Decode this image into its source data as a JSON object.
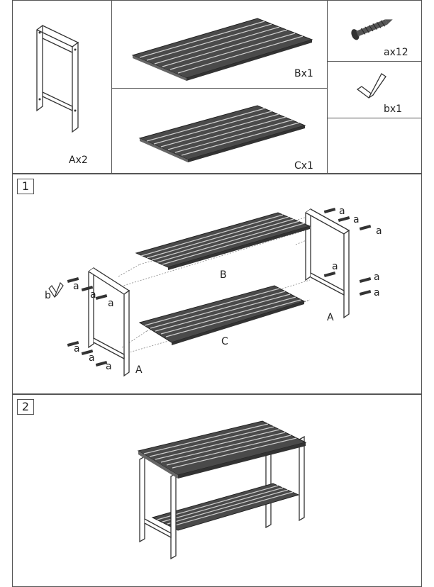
{
  "parts": {
    "a_qty": "Ax2",
    "b_qty": "Bx1",
    "c_qty": "Cx1",
    "screw_qty": "ax12",
    "key_qty": "bx1"
  },
  "step1": {
    "number": "1",
    "label_B": "B",
    "label_C": "C",
    "label_A_left": "A",
    "label_A_right": "A",
    "label_b": "b",
    "screw_letter": "a"
  },
  "step2": {
    "number": "2"
  }
}
